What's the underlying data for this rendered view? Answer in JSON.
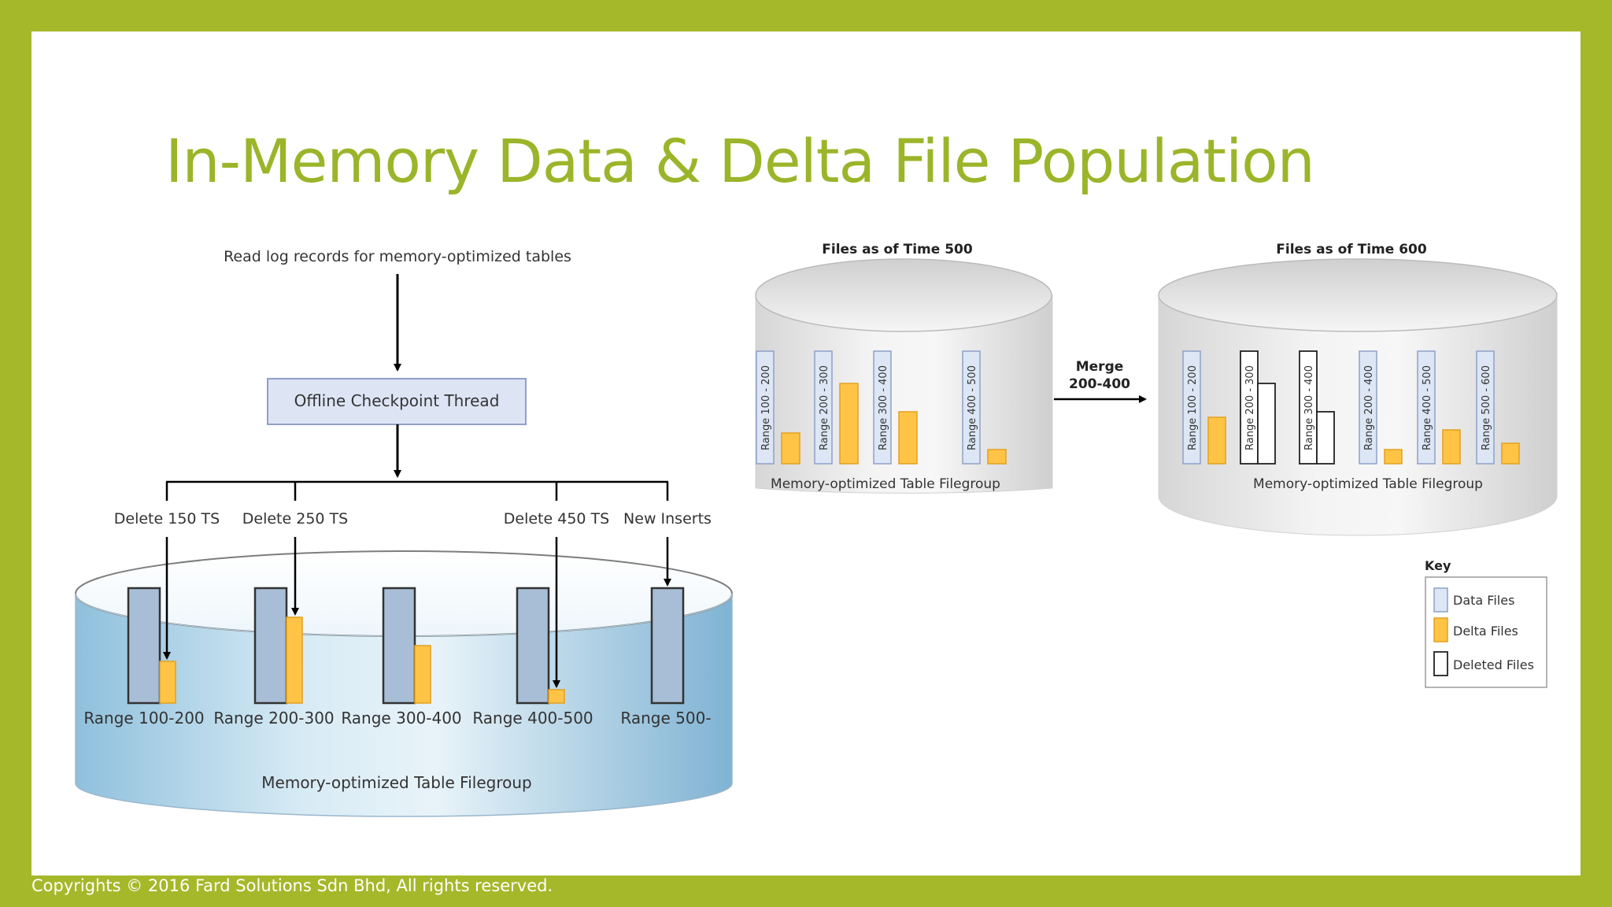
{
  "slide": {
    "title": "In-Memory Data & Delta File Population",
    "footer": "Copyrights © 2016 Fard Solutions Sdn Bhd, All rights reserved."
  },
  "left_diagram": {
    "header": "Read log records for memory-optimized tables",
    "thread_label": "Offline Checkpoint Thread",
    "branch_labels": [
      "Delete 150 TS",
      "Delete 250 TS",
      "Delete 450 TS",
      "New Inserts"
    ],
    "ranges": [
      "Range 100-200",
      "Range 200-300",
      "Range 300-400",
      "Range 400-500",
      "Range 500-"
    ],
    "filegroup_label": "Memory-optimized Table Filegroup"
  },
  "right_diagram": {
    "time500": {
      "title": "Files as of Time 500",
      "files": [
        "Range 100 - 200",
        "Range 200 - 300",
        "Range 300 - 400",
        "Range 400 - 500"
      ],
      "filegroup_label": "Memory-optimized Table Filegroup"
    },
    "merge_label_line1": "Merge",
    "merge_label_line2": "200-400",
    "time600": {
      "title": "Files as of Time 600",
      "files": [
        "Range 100 - 200",
        "Range 200 - 300",
        "Range 300 - 400",
        "Range 200 - 400",
        "Range 400 - 500",
        "Range 500 - 600"
      ],
      "filegroup_label": "Memory-optimized Table Filegroup"
    }
  },
  "key": {
    "title": "Key",
    "items": [
      "Data Files",
      "Delta Files",
      "Deleted Files"
    ]
  },
  "colors": {
    "frame": "#a5b82a",
    "title": "#9bb52a",
    "data_file": "#dce6f4",
    "delta_file": "#ffc446",
    "deleted_file": "#ffffff"
  }
}
